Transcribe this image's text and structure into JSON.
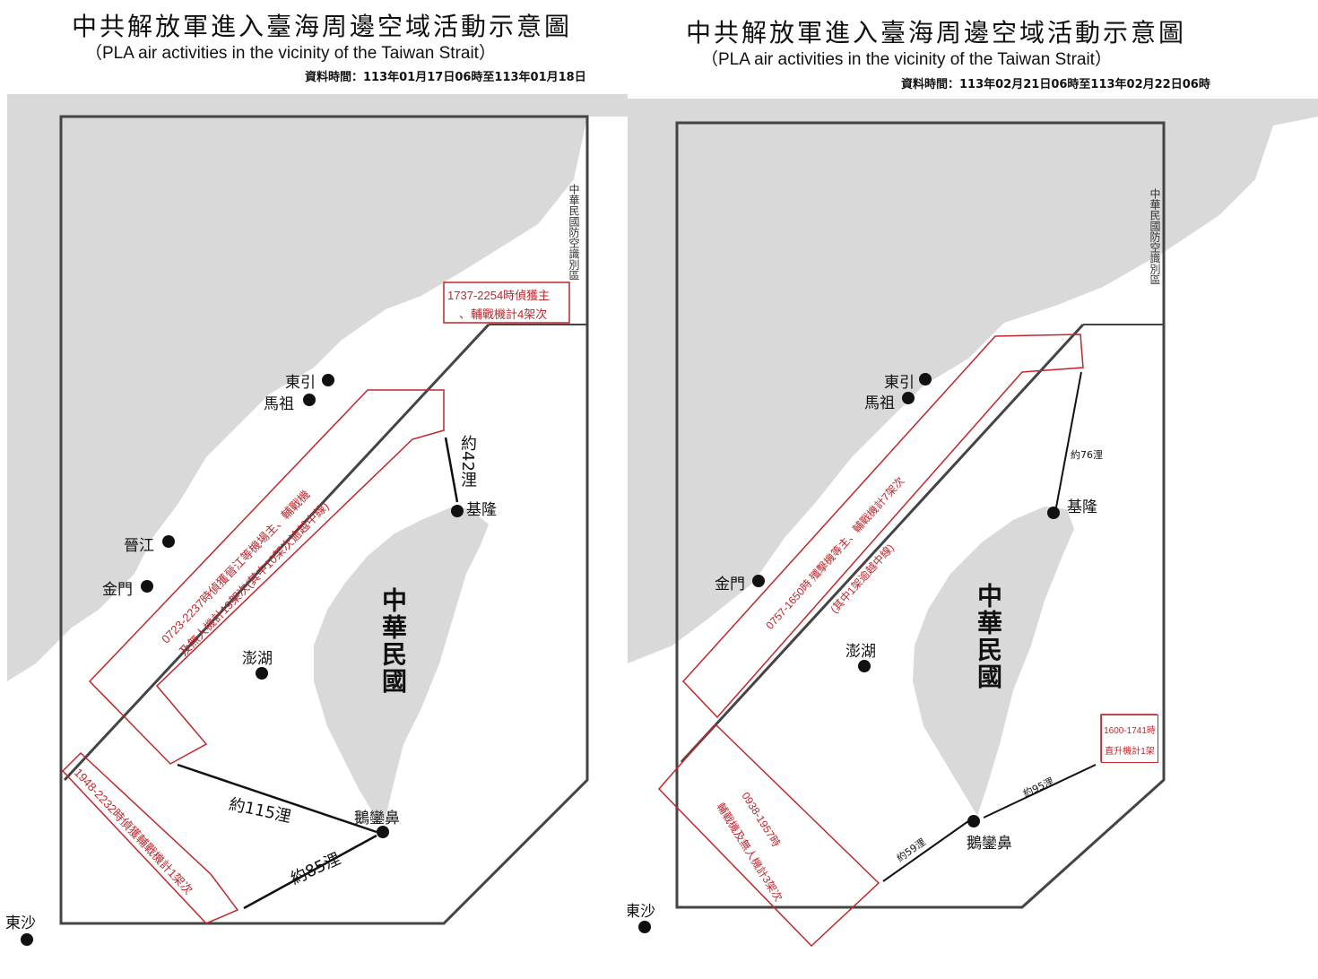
{
  "colors": {
    "land": "#d9d9d9",
    "sea": "#ffffff",
    "boundary": "#444444",
    "activity": "#c0262c",
    "text": "#111111"
  },
  "left": {
    "title_zh": "中共解放軍進入臺海周邊空域活動示意圖",
    "title_en": "（PLA air activities in the vicinity of the Taiwan Strait）",
    "datetime": "資料時間：113年01月17日06時至113年01月18日",
    "adiz_label": "中華民國防空識別區",
    "roc_label": "中華民國",
    "places": {
      "dongyin": "東引",
      "matsu": "馬祖",
      "jinjiang": "晉江",
      "kinmen": "金門",
      "penghu": "澎湖",
      "keelung": "基隆",
      "eluanbi": "鵝鑾鼻",
      "dongsha": "東沙"
    },
    "distances": {
      "d42": "約42浬",
      "d115": "約115浬",
      "d85": "約85浬"
    },
    "activities": {
      "north_line1": "1737-2254時偵獲主",
      "north_line2": "、輔戰機計4架次",
      "strait_line1": "0723-2237時偵獲晉江等機場主、輔戰機",
      "strait_line2": "及無人機計19架次(其中10架次逾越中線)",
      "southwest": "1948-2232時偵獲輔戰機計1架次"
    }
  },
  "right": {
    "title_zh": "中共解放軍進入臺海周邊空域活動示意圖",
    "title_en": "（PLA air activities in the vicinity of the Taiwan Strait）",
    "datetime": "資料時間：113年02月21日06時至113年02月22日06時",
    "adiz_label": "中華民國防空識別區",
    "roc_label": "中華民國",
    "places": {
      "dongyin": "東引",
      "matsu": "馬祖",
      "kinmen": "金門",
      "penghu": "澎湖",
      "keelung": "基隆",
      "eluanbi": "鵝鑾鼻",
      "dongsha": "東沙"
    },
    "distances": {
      "d76": "約76浬",
      "d95": "約95浬",
      "d59": "約59浬"
    },
    "activities": {
      "strait_line1": "0757-1650時  殲擊機等主、輔戰機計7架次",
      "strait_line2": "(其中1架逾越中線)",
      "southeast_line1": "1600-1741時",
      "southeast_line2": "直升機計1架",
      "southwest_line1": "0938-1957時",
      "southwest_line2": "輔戰機及無人機計3架次"
    }
  }
}
